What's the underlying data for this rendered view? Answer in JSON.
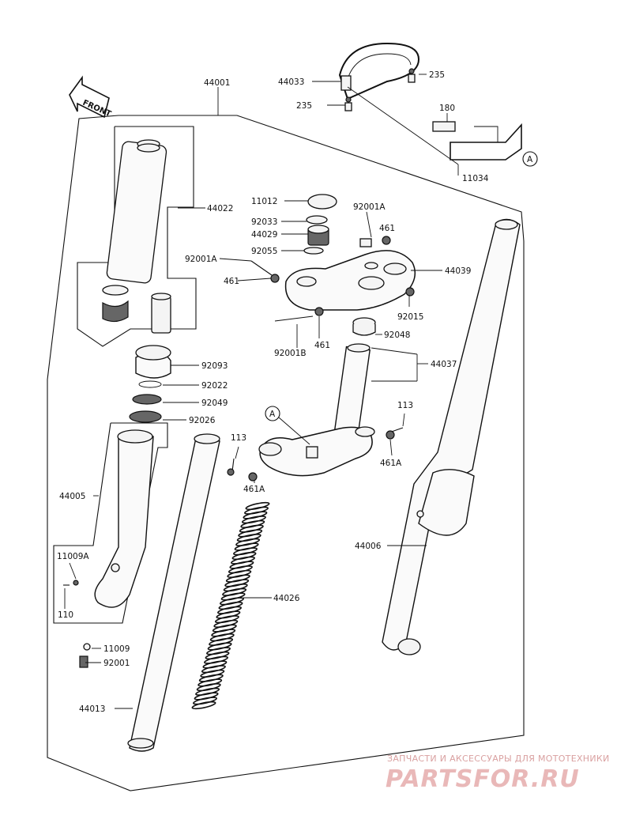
{
  "diagram": {
    "front_label": "FRONT",
    "callouts": {
      "c44001": "44001",
      "c44033": "44033",
      "c235a": "235",
      "c235b": "235",
      "c180": "180",
      "c11034": "11034",
      "cA1": "A",
      "c44022": "44022",
      "c11012": "11012",
      "c92033": "92033",
      "c44029": "44029",
      "c92055": "92055",
      "c92001A_top": "92001A",
      "c461_top": "461",
      "c92001A_left": "92001A",
      "c461_left": "461",
      "c44039": "44039",
      "c92015": "92015",
      "c92001B": "92001B",
      "c461_mid": "461",
      "c92048": "92048",
      "c44037": "44037",
      "c92093": "92093",
      "c92022": "92022",
      "c92049": "92049",
      "c92026": "92026",
      "cA2": "A",
      "c113_left": "113",
      "c113_right": "113",
      "c461A_left": "461A",
      "c461A_right": "461A",
      "c44005": "44005",
      "c11009A": "11009A",
      "c110": "110",
      "c44006": "44006",
      "c44026": "44026",
      "c11009": "11009",
      "c92001": "92001",
      "c44013": "44013"
    }
  },
  "watermark": {
    "tagline": "ЗАПЧАСТИ И АКСЕССУАРЫ ДЛЯ МОТОТЕХНИКИ",
    "brand": "PARTSFOR.RU"
  }
}
